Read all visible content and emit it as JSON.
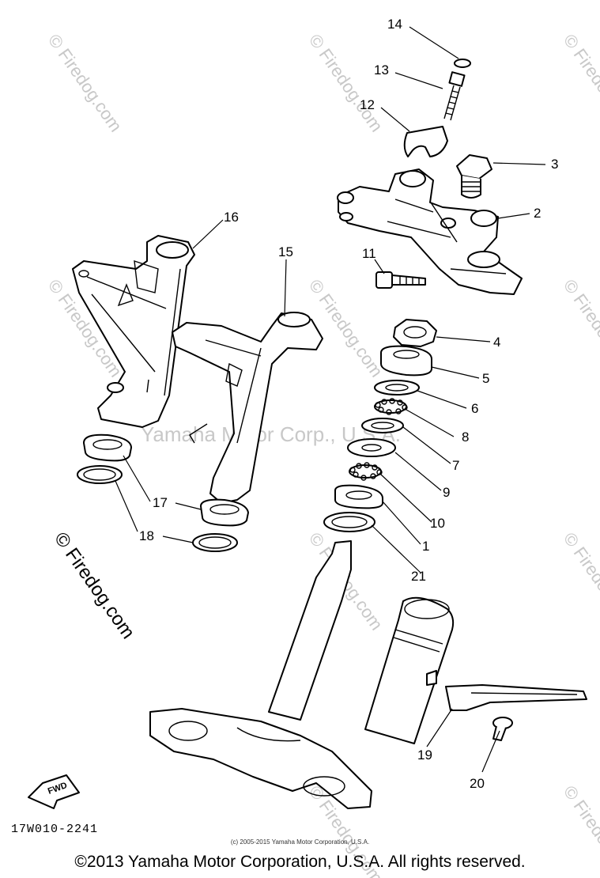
{
  "callouts": [
    {
      "id": "c14",
      "label": "14"
    },
    {
      "id": "c13",
      "label": "13"
    },
    {
      "id": "c12",
      "label": "12"
    },
    {
      "id": "c3",
      "label": "3"
    },
    {
      "id": "c2",
      "label": "2"
    },
    {
      "id": "c16",
      "label": "16"
    },
    {
      "id": "c15",
      "label": "15"
    },
    {
      "id": "c11",
      "label": "11"
    },
    {
      "id": "c4",
      "label": "4"
    },
    {
      "id": "c5",
      "label": "5"
    },
    {
      "id": "c6",
      "label": "6"
    },
    {
      "id": "c8",
      "label": "8"
    },
    {
      "id": "c7",
      "label": "7"
    },
    {
      "id": "c9",
      "label": "9"
    },
    {
      "id": "c10",
      "label": "10"
    },
    {
      "id": "c17",
      "label": "17"
    },
    {
      "id": "c1",
      "label": "1"
    },
    {
      "id": "c18",
      "label": "18"
    },
    {
      "id": "c21",
      "label": "21"
    },
    {
      "id": "c19",
      "label": "19"
    },
    {
      "id": "c20",
      "label": "20"
    }
  ],
  "watermarks": {
    "firedog": "© Firedog.com",
    "yamaha": "Yamaha Motor Corp., U.S.A."
  },
  "fwd_label": "FWD",
  "diagram_code": "17W010-2241",
  "small_copyright": "(c) 2005-2015 Yamaha Motor Corporation, U.S.A.",
  "footer_copyright": "©2013 Yamaha Motor Corporation, U.S.A. All rights reserved."
}
